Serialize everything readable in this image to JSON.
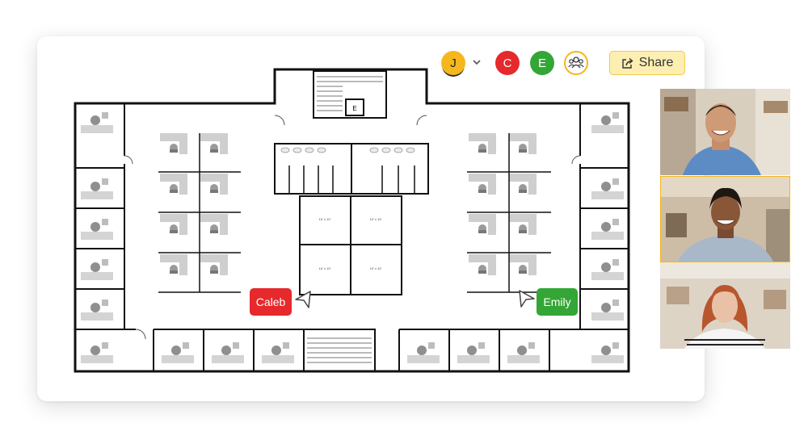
{
  "toolbar": {
    "collaborators": [
      {
        "initial": "J",
        "color": "#f4b71d"
      },
      {
        "initial": "C",
        "color": "#e6292c"
      },
      {
        "initial": "E",
        "color": "#34a636"
      }
    ],
    "share_label": "Share"
  },
  "cursors": [
    {
      "name": "Caleb",
      "color": "#e6292c"
    },
    {
      "name": "Emily",
      "color": "#34a636"
    }
  ],
  "floorplan": {
    "elevator_label": "E",
    "room_labels": [
      "10' x 10'",
      "10' x 10'",
      "10' x 10'",
      "10' x 10'"
    ]
  },
  "video_feeds": [
    {
      "icon": "participant-video-1"
    },
    {
      "icon": "participant-video-2"
    },
    {
      "icon": "participant-video-3"
    }
  ],
  "colors": {
    "accent": "#f4b71d",
    "share_bg": "#fdeeb2"
  }
}
